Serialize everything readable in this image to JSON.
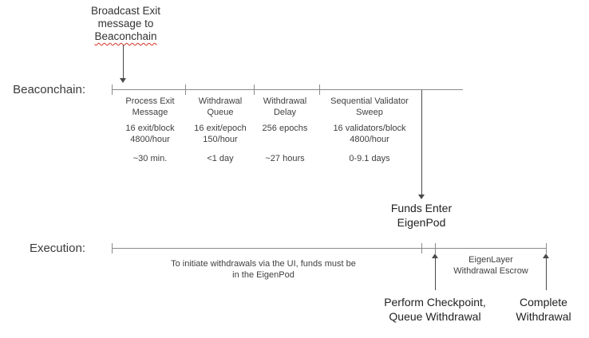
{
  "annotation": {
    "line1": "Broadcast Exit",
    "line2": "message to",
    "line3": "Beaconchain"
  },
  "beaconchain": {
    "label": "Beaconchain:",
    "segments": [
      {
        "title": "Process Exit\nMessage",
        "rate": "16 exit/block\n4800/hour",
        "duration": "~30 min."
      },
      {
        "title": "Withdrawal\nQueue",
        "rate": "16 exit/epoch\n150/hour",
        "duration": "<1 day"
      },
      {
        "title": "Withdrawal\nDelay",
        "rate": "256 epochs",
        "duration": "~27 hours"
      },
      {
        "title": "Sequential Validator\nSweep",
        "rate": "16 validators/block\n4800/hour",
        "duration": "0-9.1 days"
      }
    ]
  },
  "funds_enter": "Funds Enter\nEigenPod",
  "execution": {
    "label": "Execution:",
    "note": "To initiate withdrawals via the UI, funds must be\nin the EigenPod",
    "escrow": "EigenLayer\nWithdrawal Escrow"
  },
  "checkpoint": "Perform Checkpoint,\nQueue Withdrawal",
  "complete": "Complete\nWithdrawal",
  "colors": {
    "line": "#8a8a8a",
    "arrow": "#4a4a4a",
    "text_dark": "#222222",
    "text_gray": "#404040",
    "spellcheck_red": "#d93025"
  }
}
